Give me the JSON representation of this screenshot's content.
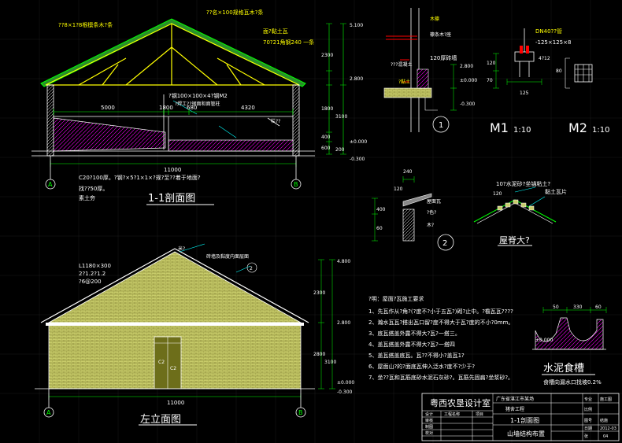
{
  "colors": {
    "background": "#000000",
    "line": "#ffffff",
    "accent": "#ffff00",
    "dim": "#00ff00",
    "annotation": "#00ffff",
    "hatch": "#ff00ff"
  },
  "section": {
    "title": "1-1剖面图",
    "roof_note_1": "??8×1?8根檩条木?条",
    "roof_note_2": "??名×100规格瓦木?条",
    "tile_note": "面?黏土瓦",
    "tile_note_2": "70?21角钢240 一条",
    "rail_note": "?钢100×100×4?钢M2",
    "rail_note_2": "?焊工??钢面和面管柱",
    "span_5000": "5000",
    "span_1800": "1800",
    "span_680": "680",
    "span_4320": "4320",
    "span_total": "11000",
    "floor_note_1": "C20?100厚。?钢?×5?1×1×?规?至??着于地面?",
    "floor_note_2": "找??50厚。",
    "floor_note_3": "素土夯",
    "label_step": "栏??",
    "axis_a": "A",
    "axis_b": "B",
    "elev_top": "5.100",
    "elev_2": "2.800",
    "elev_0": "±0.000",
    "elev_neg": "-0.300",
    "dim_2300": "2300",
    "dim_1800": "1800",
    "dim_3100": "3100",
    "dim_400": "400",
    "dim_600": "600",
    "dim_200": "200"
  },
  "detail1": {
    "label_1": "木檩",
    "label_2": "檩条木?座",
    "label_3": "???混凝土",
    "label_4": "120厚砖墙",
    "label_5": "?黏土",
    "elev_a": "±0.000",
    "elev_b": "-0.300",
    "elev_c": "2.800",
    "circle": "1"
  },
  "m_parts": {
    "dn": "DN40??管",
    "plate": "-125×125×8",
    "anchor": "4?12",
    "m1": "M1",
    "m1_scale": "1:10",
    "m2": "M2",
    "m2_scale": "1:10",
    "d_120": "120",
    "d_125": "125",
    "d_70": "70",
    "d_80": "80"
  },
  "detail2": {
    "label_1": "屋面瓦",
    "label_2": "?色?",
    "label_3": "木?",
    "d_240": "240",
    "d_120": "120",
    "d_400": "400",
    "d_60": "60",
    "circle": "2"
  },
  "ridge": {
    "note": "10?水泥砂?坐锚粘土?",
    "tile": "黏土瓦片",
    "title": "屋脊大?",
    "d_120": "120"
  },
  "elevation": {
    "title": "左立面图",
    "note_1": "L1180×300",
    "note_2": "2?1.2?1.2",
    "note_3": "?6@200",
    "roof_label": "米?",
    "ridge_label": "砖墙及黏度内面层面",
    "door_label_1": "C2",
    "door_label_2": "C2",
    "axis_a": "A",
    "axis_b": "B",
    "span": "11000",
    "elev_top": "4.800",
    "elev_mid": "2.800",
    "elev_0": "±0.000",
    "elev_neg": "-0.300",
    "dim_2300": "2300",
    "dim_2800": "2800",
    "dim_3100": "3100",
    "circle": "2"
  },
  "notes": {
    "heading": "?明：屋面?瓦施工要求",
    "items": [
      "1、先瓦作从?角?(?度不?小于五瓦?)砌?止中。?檐瓦瓦????",
      "2、瀚水瓦瓦?搭出瓦口留?度不得大于瓦?度的不小?0mm。",
      "3、底瓦搭盖外露不得大?瓦?一搭三。",
      "4、盖瓦搭盖外露不得大?瓦?一搭四",
      "5、盖瓦搭盖底瓦。瓦??不得小?盖瓦1?",
      "6、屋面山?的?面底瓦伸入泛水?度不?少于?",
      "7、坐??瓦和瓦筋底砂水泥石灰砂?。瓦筋先固扁?坐浆砂?。"
    ]
  },
  "trough": {
    "title": "水泥食槽",
    "note": "食槽向漏水口找坡0.2%",
    "d_50": "50",
    "d_330": "330",
    "d_60": "60",
    "elev": "±0.000"
  },
  "titleblock": {
    "company": "粤西农垦设计室",
    "project": "广东省湛江市某场",
    "subproject": "猪舍工程",
    "drawing_name_1": "1-1剖面图",
    "drawing_name_2": "山墙结构布置",
    "label_design": "设计",
    "label_check": "审核",
    "label_draw": "制图",
    "label_review": "校对",
    "label_project": "工程名称",
    "label_item": "项目",
    "label_drawing_no": "图号",
    "label_date": "日期",
    "label_scale": "比例",
    "label_sheet": "张",
    "drawing_no": "结施",
    "date": "2012-03",
    "sheet": "04",
    "stage": "施工图",
    "pro": "专业"
  }
}
